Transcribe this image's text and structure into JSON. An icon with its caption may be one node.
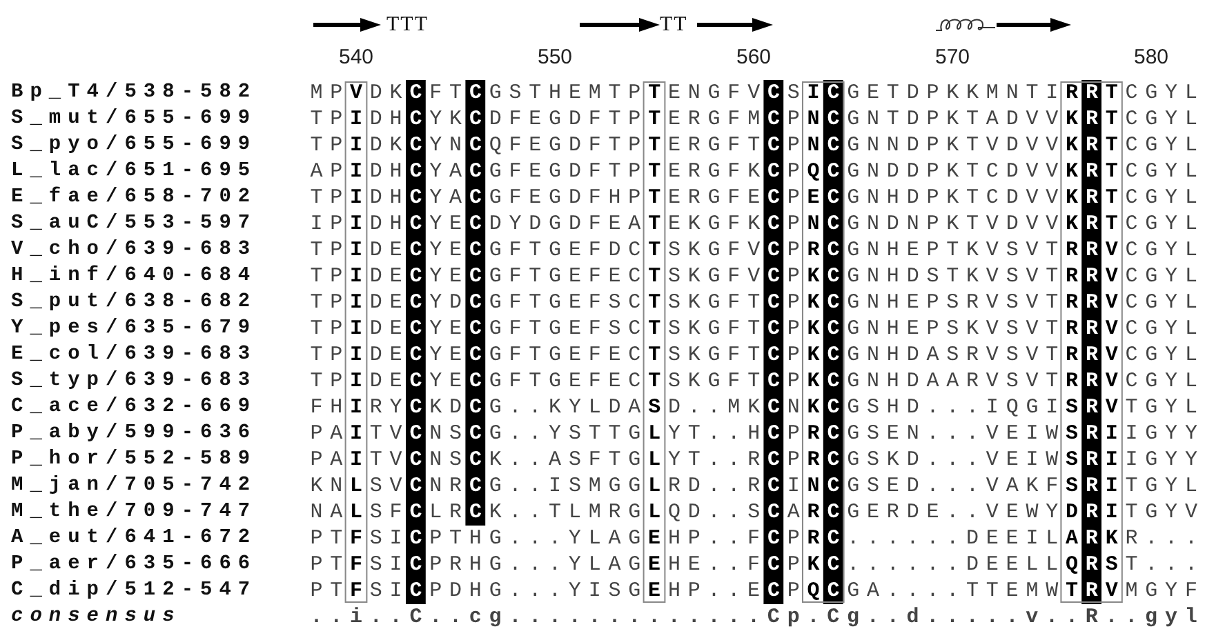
{
  "diagram": {
    "labels": [
      "TTT",
      "TT",
      "540",
      "550",
      "560",
      "570",
      "580",
      "Bp_T4/538-582",
      "MPVDKCFTCGSTHEMTPTENGFVCSICGETDPKKMNTIRRTCGYL",
      "S_mut/655-699",
      "TPIDHCYKCDFEGDFTPTERGFMCPNCGNTDPKTADVVKRTCGYL",
      "S_pyo/655-699",
      "TPIDKCYNCQFEGDFTPTERGFTCPNCGNNDPKTVDVVKRTCGYL",
      "L_lac/651-695",
      "APIDHCYACGFEGDFTPTERGFKCPQCGNDDPKTCDVVKRTCGYL",
      "E_fae/658-702",
      "TPIDHCYACGFEGDFHPTERGFECPECGNHDPKTCDVVKRTCGYL",
      "S_auC/553-597",
      "IPIDHCYECDYDGDFEATEKGFKCPNCGNDNPKTVDVVKRTCGYL",
      "V_cho/639-683",
      "TPIDECYECGFTGEFDCTSKGFVCPRCGNHEPTKVSVTRRVCGYL",
      "H_inf/640-684",
      "TPIDECYECGFTGEFECTSKGFVCPKCGNHDSTKVSVTRRVCGYL",
      "S_put/638-682",
      "TPIDECYDCGFTGEFSCTSKGFTCPKCGNHEPSRVSVTRRVCGYL",
      "Y_pes/635-679",
      "TPIDECYECGFTGEFSCTSKGFTCPKCGNHEPSKVSVTRRVCGYL",
      "E_col/639-683",
      "TPIDECYECGFTGEFECTSKGFTCPKCGNHDASRVSVTRRVCGYL",
      "S_typ/639-683",
      "TPIDECYECGFTGEFECTSKGFTCPKCGNHDAARVSVTRRVCGYL",
      "C_ace/632-669",
      "FHIRYCKDCG..KYLDASD..MKCNKCGSHD...IQGISRVTGYL",
      "P_aby/599-636",
      "PAITVCNSCG..YSTTGLYT..HCPRCGSEN...VEIWSRIIGYY",
      "P_hor/552-589",
      "PAITVCNSCK..ASFTGLYT..RCPRCGSKD...VEIWSRIIGYY",
      "M_jan/705-742",
      "KNLSVCNRCG..ISMGGLRD..RCINCGSED...VAKFSRITGYL",
      "M_the/709-747",
      "NALSFCLRCK..TLMRGLQD..SCARCGERDE..VEWYDRITGYV",
      "A_eut/641-672",
      "PTFSICPTHG...YLAGEHP..FCPRC......DEEILARKR...",
      "P_aer/635-666",
      "PTFSICPRHG...YLAGEHE..FCPKC......DEELLQRST...",
      "C_dip/512-547",
      "PTFSICPDHG...YISGEHP..ECPQCGA....TTEMWTRVMGYF",
      "consensus",
      "..i..C..cg.............Cp.Cg..d.....v..R..gyl"
    ]
  }
}
